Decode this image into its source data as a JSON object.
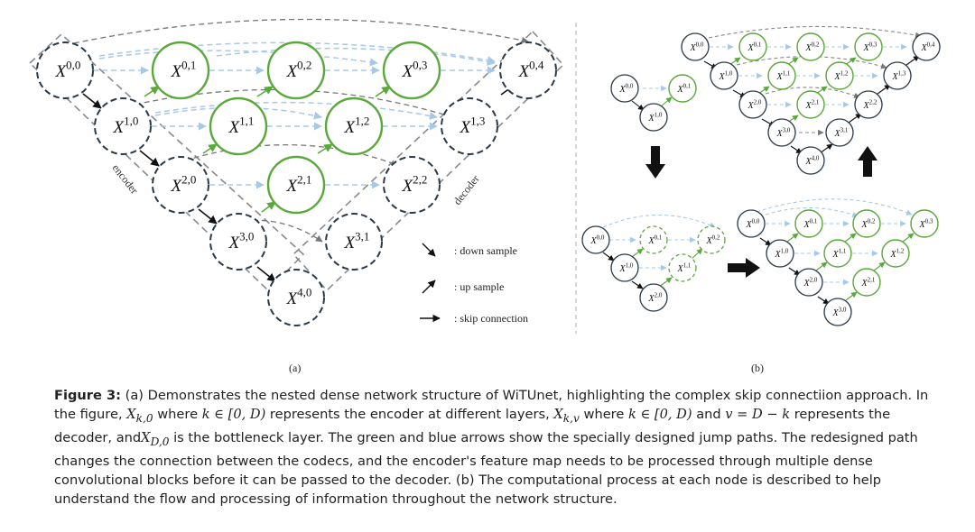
{
  "panel_a": {
    "label": "(a)",
    "encoder_label": "encoder",
    "decoder_label": "decoder",
    "legend": [
      {
        "text": ":   down sample"
      },
      {
        "text": ":   up sample"
      },
      {
        "text": ":   skip connection"
      }
    ],
    "nodes": [
      {
        "id": "00",
        "base": "X",
        "sup": "0,0",
        "kind": "dark"
      },
      {
        "id": "01",
        "base": "X",
        "sup": "0,1",
        "kind": "green"
      },
      {
        "id": "02",
        "base": "X",
        "sup": "0,2",
        "kind": "green"
      },
      {
        "id": "03",
        "base": "X",
        "sup": "0,3",
        "kind": "green"
      },
      {
        "id": "04",
        "base": "X",
        "sup": "0,4",
        "kind": "dark"
      },
      {
        "id": "10",
        "base": "X",
        "sup": "1,0",
        "kind": "dark"
      },
      {
        "id": "11",
        "base": "X",
        "sup": "1,1",
        "kind": "green"
      },
      {
        "id": "12",
        "base": "X",
        "sup": "1,2",
        "kind": "green"
      },
      {
        "id": "13",
        "base": "X",
        "sup": "1,3",
        "kind": "dark"
      },
      {
        "id": "20",
        "base": "X",
        "sup": "2,0",
        "kind": "dark"
      },
      {
        "id": "21",
        "base": "X",
        "sup": "2,1",
        "kind": "green"
      },
      {
        "id": "22",
        "base": "X",
        "sup": "2,2",
        "kind": "dark"
      },
      {
        "id": "30",
        "base": "X",
        "sup": "3,0",
        "kind": "dark"
      },
      {
        "id": "31",
        "base": "X",
        "sup": "3,1",
        "kind": "dark"
      },
      {
        "id": "40",
        "base": "X",
        "sup": "4,0",
        "kind": "dark"
      }
    ]
  },
  "panel_b": {
    "label": "(b)",
    "nodes": [
      {
        "id": "s1_00",
        "base": "X",
        "sup": "0,0",
        "kind": "dark"
      },
      {
        "id": "s1_01",
        "base": "X",
        "sup": "0,1",
        "kind": "green"
      },
      {
        "id": "s1_10",
        "base": "X",
        "sup": "1,0",
        "kind": "dark"
      },
      {
        "id": "s2_00",
        "base": "X",
        "sup": "0,0",
        "kind": "dark"
      },
      {
        "id": "s2_01",
        "base": "X",
        "sup": "0,1",
        "kind": "dashed-green"
      },
      {
        "id": "s2_02",
        "base": "X",
        "sup": "0,2",
        "kind": "dashed-green"
      },
      {
        "id": "s2_10",
        "base": "X",
        "sup": "1,0",
        "kind": "dark"
      },
      {
        "id": "s2_11",
        "base": "X",
        "sup": "1,1",
        "kind": "dashed-green"
      },
      {
        "id": "s2_20",
        "base": "X",
        "sup": "2,0",
        "kind": "dark"
      },
      {
        "id": "s3_00",
        "base": "X",
        "sup": "0,0",
        "kind": "dark"
      },
      {
        "id": "s3_01",
        "base": "X",
        "sup": "0,1",
        "kind": "green"
      },
      {
        "id": "s3_02",
        "base": "X",
        "sup": "0,2",
        "kind": "green"
      },
      {
        "id": "s3_03",
        "base": "X",
        "sup": "0,3",
        "kind": "green"
      },
      {
        "id": "s3_10",
        "base": "X",
        "sup": "1,0",
        "kind": "dark"
      },
      {
        "id": "s3_11",
        "base": "X",
        "sup": "1,1",
        "kind": "green"
      },
      {
        "id": "s3_12",
        "base": "X",
        "sup": "1,2",
        "kind": "green"
      },
      {
        "id": "s3_20",
        "base": "X",
        "sup": "2,0",
        "kind": "dark"
      },
      {
        "id": "s3_21",
        "base": "X",
        "sup": "2,1",
        "kind": "green"
      },
      {
        "id": "s3_30",
        "base": "X",
        "sup": "3,0",
        "kind": "dark"
      },
      {
        "id": "s4_00",
        "base": "X",
        "sup": "0,0",
        "kind": "dark"
      },
      {
        "id": "s4_01",
        "base": "X",
        "sup": "0,1",
        "kind": "green"
      },
      {
        "id": "s4_02",
        "base": "X",
        "sup": "0,2",
        "kind": "green"
      },
      {
        "id": "s4_03",
        "base": "X",
        "sup": "0,3",
        "kind": "green"
      },
      {
        "id": "s4_04",
        "base": "X",
        "sup": "0,4",
        "kind": "dark"
      },
      {
        "id": "s4_10",
        "base": "X",
        "sup": "1,0",
        "kind": "dark"
      },
      {
        "id": "s4_11",
        "base": "X",
        "sup": "1,1",
        "kind": "green"
      },
      {
        "id": "s4_12",
        "base": "X",
        "sup": "1,2",
        "kind": "green"
      },
      {
        "id": "s4_13",
        "base": "X",
        "sup": "1,3",
        "kind": "dark"
      },
      {
        "id": "s4_20",
        "base": "X",
        "sup": "2,0",
        "kind": "dark"
      },
      {
        "id": "s4_21",
        "base": "X",
        "sup": "2,1",
        "kind": "green"
      },
      {
        "id": "s4_22",
        "base": "X",
        "sup": "2,2",
        "kind": "dark"
      },
      {
        "id": "s4_30",
        "base": "X",
        "sup": "3,0",
        "kind": "dark"
      },
      {
        "id": "s4_31",
        "base": "X",
        "sup": "3,1",
        "kind": "dark"
      },
      {
        "id": "s4_40",
        "base": "X",
        "sup": "4,0",
        "kind": "dark"
      }
    ]
  },
  "colors": {
    "dark": "#2b3a48",
    "green": "#5aa83a",
    "skip_blue": "#a8c8e8",
    "gray_dash": "#777777",
    "band": "#8a8a8a"
  },
  "caption": {
    "fig_label": "Figure 3:",
    "p1": " (a) Demonstrates the nested dense network structure of WiTUnet, highlighting the complex skip connectiion approach. In the figure, ",
    "m1": "X",
    "m1_sub": "k,0",
    "p2": " where ",
    "m2": "k ∈ [0, D)",
    "p3": " represents the encoder at different layers, ",
    "m3": "X",
    "m3_sub": "k,v",
    "p4": " where ",
    "m4": "k ∈ [0, D)",
    "p5": " and ",
    "m5": "v = D − k",
    "p6": " represents the decoder, and",
    "m6": "X",
    "m6_sub": "D,0",
    "p7": " is the bottleneck layer. The green and blue arrows show the specially designed jump paths. The redesigned path changes the connection between the codecs, and the encoder's feature map needs to be processed through multiple dense convolutional blocks before it can be passed to the decoder. (b) The computational process at each node is described to help understand the flow and processing of information throughout the network structure."
  }
}
